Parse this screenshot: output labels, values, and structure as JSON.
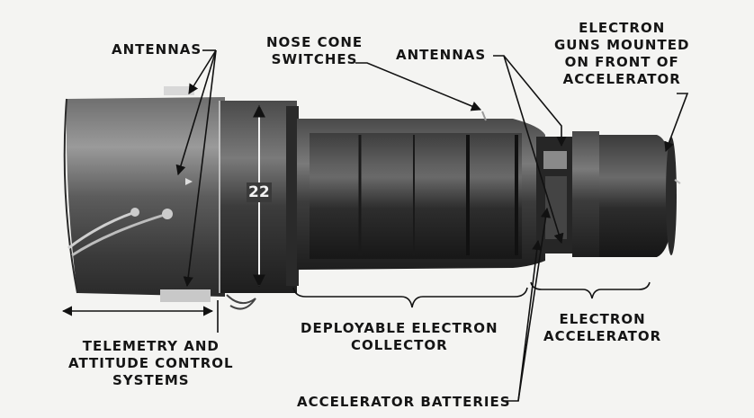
{
  "labels": {
    "antennas_left": "ANTENNAS",
    "nose_cone_switches": [
      "NOSE CONE",
      "SWITCHES"
    ],
    "antennas_right": "ANTENNAS",
    "electron_guns": [
      "ELECTRON",
      "GUNS MOUNTED",
      "ON FRONT OF",
      "ACCELERATOR"
    ],
    "dimension": "22",
    "telemetry": [
      "TELEMETRY AND",
      "ATTITUDE CONTROL",
      "SYSTEMS"
    ],
    "deployable_collector": [
      "DEPLOYABLE ELECTRON",
      "COLLECTOR"
    ],
    "electron_accelerator": [
      "ELECTRON",
      "ACCELERATOR"
    ],
    "accelerator_batteries": "ACCELERATOR BATTERIES"
  }
}
